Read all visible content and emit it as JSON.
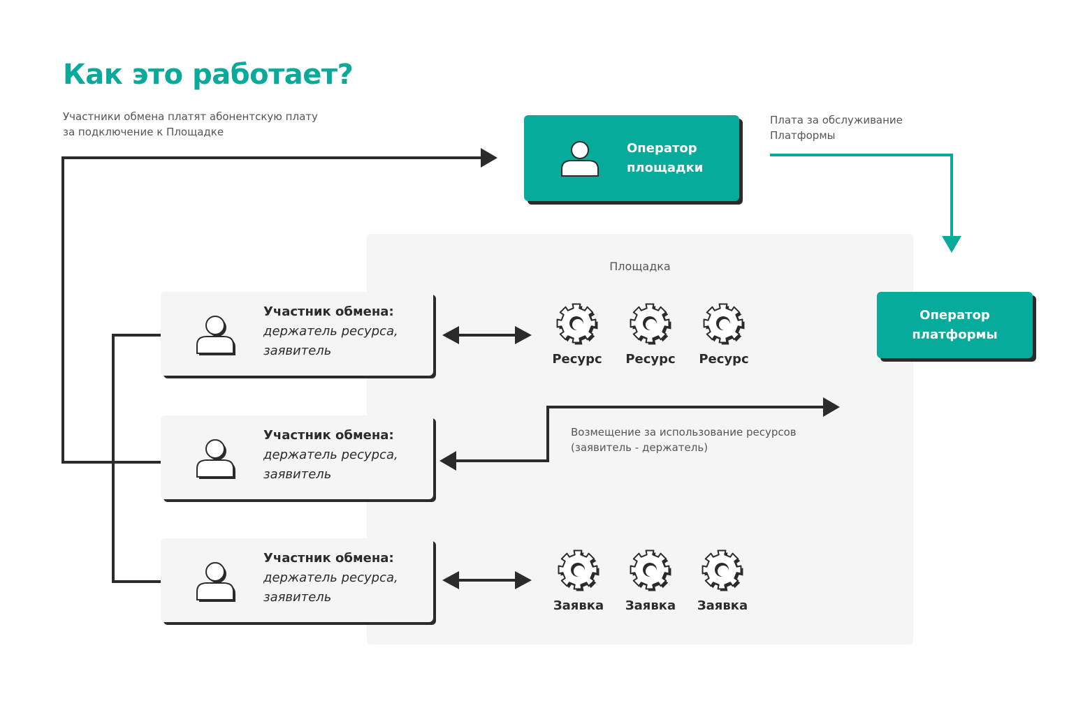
{
  "title": "Как это работает?",
  "notes": {
    "fee_line1": "Участники обмена платят абонентскую плату",
    "fee_line2": "за подключение к Площадке",
    "service_line1": "Плата за обслуживание",
    "service_line2": "Платформы",
    "compensation_line1": "Возмещение за использование ресурсов",
    "compensation_line2": "(заявитель - держатель)"
  },
  "platform_area": {
    "label": "Площадка"
  },
  "operator_site": {
    "line1": "Оператор",
    "line2": "площадки"
  },
  "operator_platform": {
    "line1": "Оператор",
    "line2": "платформы"
  },
  "participants": [
    {
      "title": "Участник обмена:",
      "role1": "держатель ресурса,",
      "role2": "заявитель"
    },
    {
      "title": "Участник обмена:",
      "role1": "держатель ресурса,",
      "role2": "заявитель"
    },
    {
      "title": "Участник обмена:",
      "role1": "держатель ресурса,",
      "role2": "заявитель"
    }
  ],
  "resources": [
    "Ресурс",
    "Ресурс",
    "Ресурс"
  ],
  "requests": [
    "Заявка",
    "Заявка",
    "Заявка"
  ],
  "colors": {
    "accent": "#0aa99a",
    "dark": "#2b2b2b",
    "panel": "#f5f5f5"
  },
  "icons": {
    "person": "person-icon",
    "gear": "gear-icon"
  }
}
